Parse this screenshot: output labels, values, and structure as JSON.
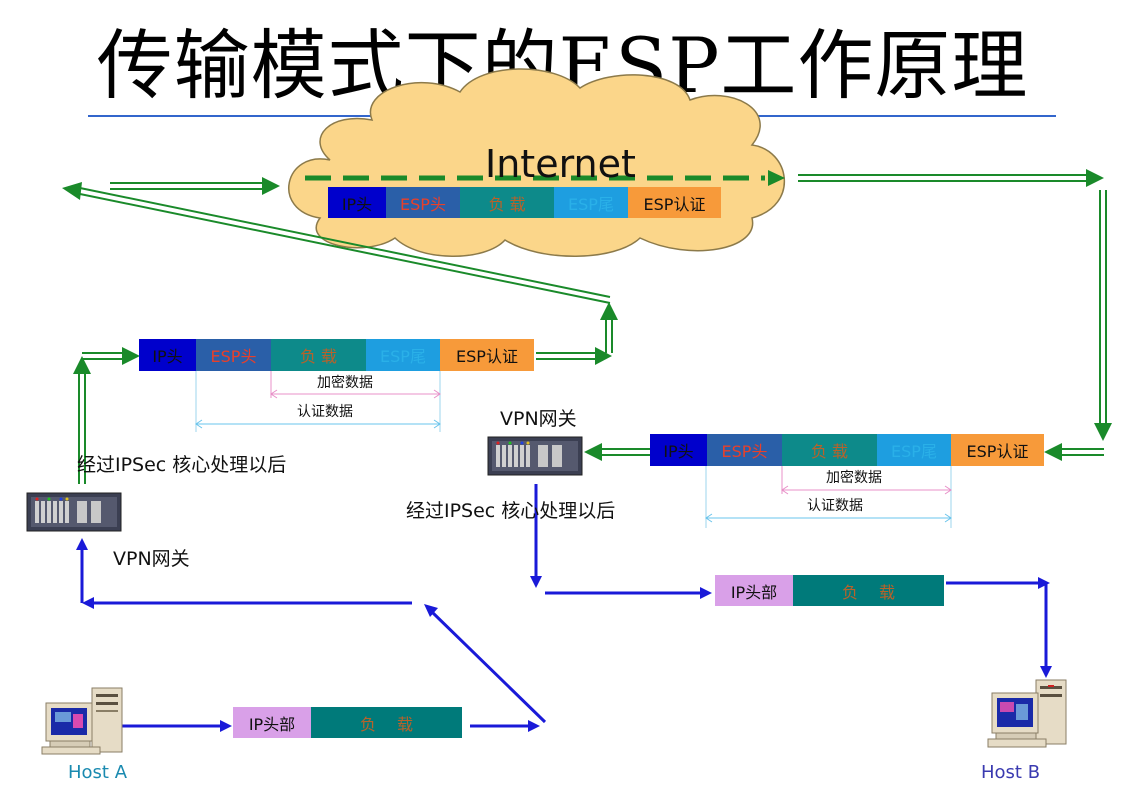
{
  "title": "传输模式下的ESP工作原理",
  "internet_label": "Internet",
  "packet_esp": {
    "ip_head": "IP头",
    "esp_head": "ESP头",
    "payload": "负 载",
    "esp_tail": "ESP尾",
    "esp_auth": "ESP认证"
  },
  "packet_plain": {
    "ip_head": "IP头部",
    "payload": "负　 载"
  },
  "labels": {
    "encrypted": "加密数据",
    "authenticated": "认证数据",
    "processed_left": "经过IPSec 核心处理以后",
    "processed_right": "经过IPSec 核心处理以后",
    "vpn_gateway_left": "VPN网关",
    "vpn_gateway_right": "VPN网关"
  },
  "hosts": {
    "a": "Host A",
    "b": "Host B"
  },
  "colors": {
    "ip_head": "#0000cc",
    "esp_head_bg": "#2a5fa8",
    "esp_head_text": "#e8402a",
    "payload_bg": "#0d8a8a",
    "payload_text": "#b8622a",
    "esp_tail_bg": "#1e9ee0",
    "esp_auth_bg": "#f79a3a",
    "plain_ip_bg": "#d9a0e8",
    "plain_payload_bg": "#007a7a",
    "green_arrow": "#1a8a2a",
    "blue_arrow": "#1a1ad8",
    "cloud_fill": "#fbd68a",
    "host_a_text": "#1a8ab0",
    "host_b_text": "#3a3ab0"
  }
}
